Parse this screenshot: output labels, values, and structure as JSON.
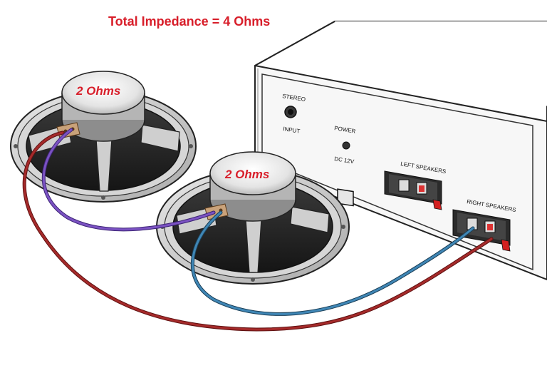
{
  "title": "Total Impedance  =  4 Ohms",
  "speakers": [
    {
      "label": "2 Ohms"
    },
    {
      "label": "2 Ohms"
    }
  ],
  "amplifier": {
    "stereo_label": "STEREO",
    "input_label": "INPUT",
    "power_label": "POWER",
    "dc_label": "DC 12V",
    "left_speakers_label": "LEFT SPEAKERS",
    "right_speakers_label": "RIGHT SPEAKERS"
  },
  "colors": {
    "title": "#d81e2a",
    "speaker_label": "#d81e2a",
    "wire_red": "#8b1a1a",
    "wire_purple": "#6a3fa8",
    "wire_blue": "#2f6f95",
    "cone": "#2a2a2a",
    "frame": "#c8c8c8"
  }
}
